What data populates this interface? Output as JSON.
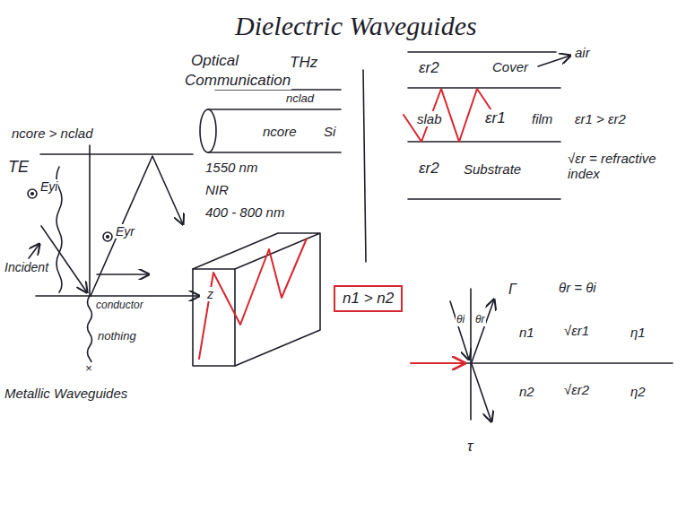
{
  "diagram": {
    "title": "Dielectric Waveguides",
    "nodes": [
      {
        "text": [
          "n1 > n2"
        ]
      }
    ],
    "labels": [
      "Optical",
      "Communication",
      "THz",
      "nclad",
      "ncore",
      "Si",
      "ncore > nclad",
      "TE",
      "Eyi",
      "Eyr",
      "Incident",
      "z",
      "conductor",
      "nothing",
      "×",
      "Metallic Waveguides",
      "1550 nm",
      "NIR",
      "400 - 800 nm",
      "εr2",
      "Cover",
      "air",
      "slab",
      "εr1",
      "film",
      "εr1 > εr2",
      "εr2",
      "Substrate",
      "√εr = refractive index",
      "θr = θi",
      "Γ",
      "θi",
      "θr",
      "n1",
      "√εr1",
      "η1",
      "n2",
      "√εr2",
      "η2",
      "τ"
    ]
  }
}
